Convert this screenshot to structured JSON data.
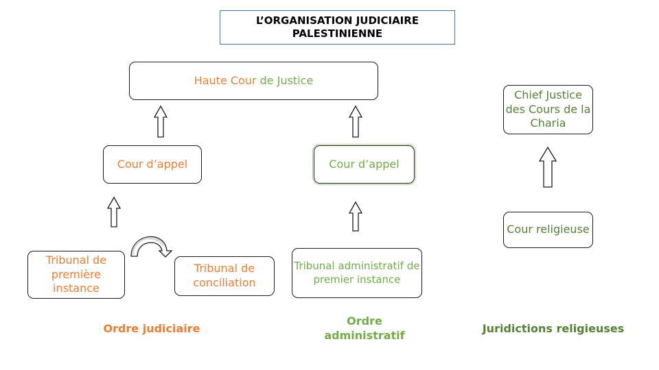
{
  "title": "L’ORGANISATION JUDICIAIRE PALESTINIENNE",
  "nodes": {
    "haute_cour": "Haute Cour de Justice",
    "cour_appel_judiciaire": "Cour d’appel",
    "cour_appel_administratif": "Cour d’appel",
    "tribunal_premiere_instance": "Tribunal de première instance",
    "tribunal_conciliation": "Tribunal de conciliation",
    "tribunal_administratif": "Tribunal administratif de premier instance",
    "chief_justice_charia": "Chief Justice des Cours de la Charia",
    "cour_religieuse": "Cour religieuse"
  },
  "captions": {
    "ordre_judiciaire": "Ordre judiciaire",
    "ordre_administratif": "Ordre administratif",
    "juridictions_religieuses": "Juridictions religieuses"
  },
  "colors": {
    "judiciaire": "#ed7d31",
    "administratif": "#70ad47",
    "religieux": "#548235",
    "title_border": "#41719c"
  }
}
